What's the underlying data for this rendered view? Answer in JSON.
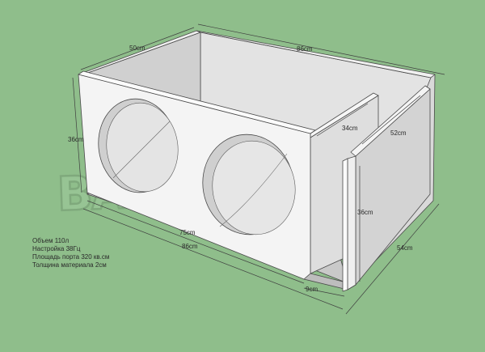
{
  "watermark": "BASSBOX.RU",
  "dimensions": {
    "depth_top": "50cm",
    "length_top": "86cm",
    "height_left": "36cm",
    "inner_length": "75cm",
    "outer_length": "86cm",
    "port_width": "9cm",
    "side_depth": "54cm",
    "port_depth": "34cm",
    "partition_depth": "52cm",
    "inner_height": "36cm"
  },
  "specs": [
    "Объем 110л",
    "Настройка 38Гц",
    "Площадь порта 320 кв.см",
    "Толщина материала 2см"
  ],
  "colors": {
    "background": "#8fbe8b",
    "panel_light": "#f4f4f4",
    "panel_shade": "#c8c8c8"
  }
}
